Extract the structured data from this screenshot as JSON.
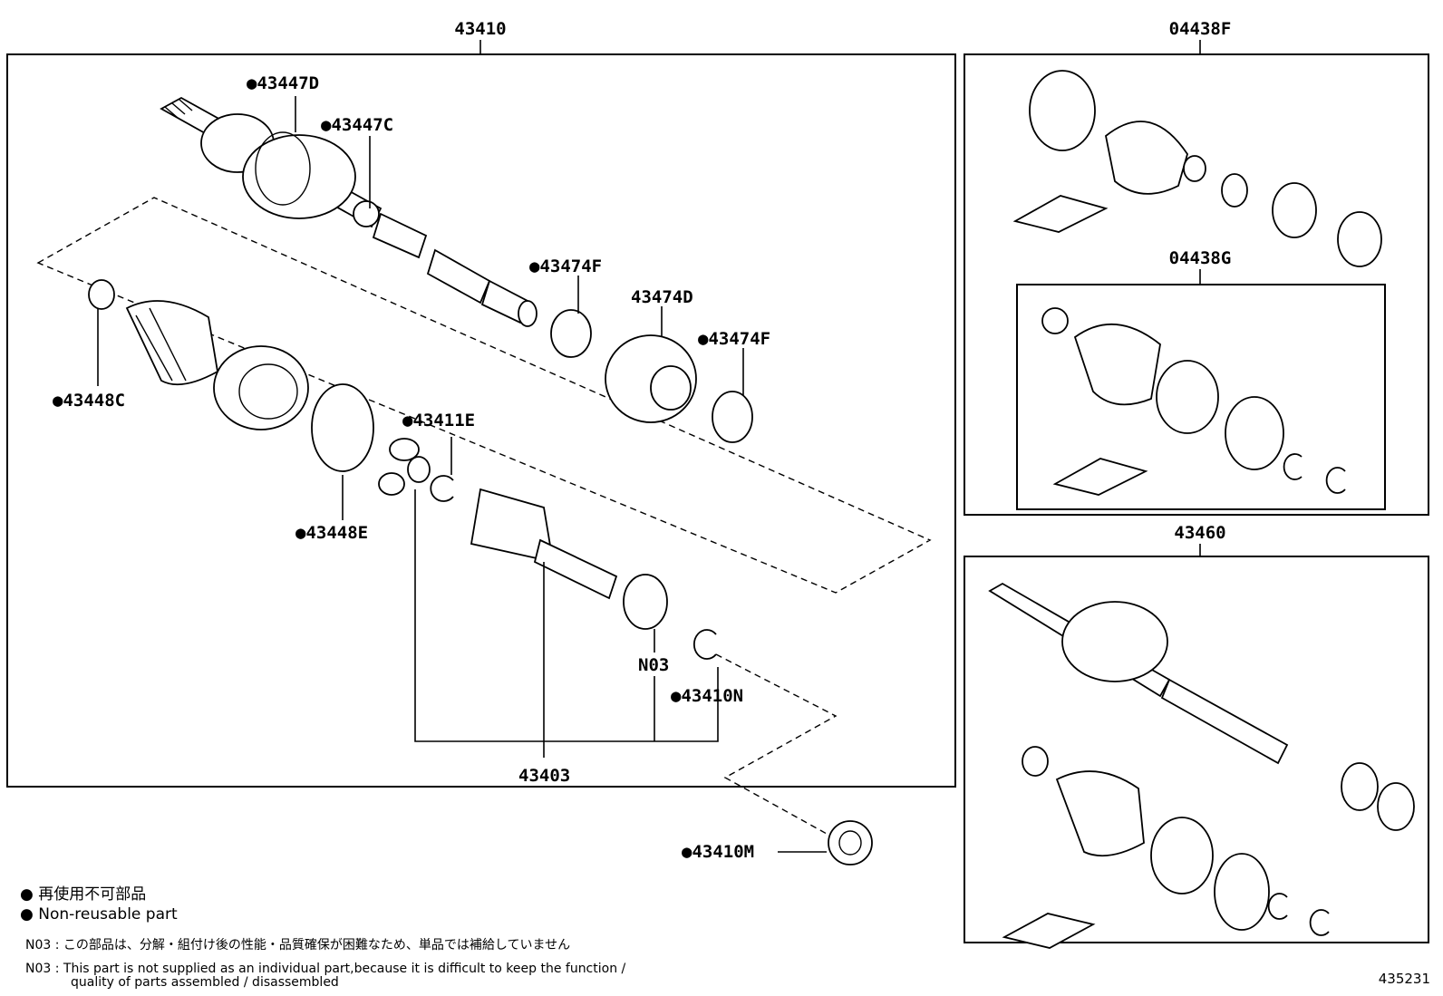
{
  "labels": {
    "main_assembly": "43410",
    "kit_f": "04438F",
    "kit_g": "04438G",
    "assembly_alt": "43460",
    "p43447D": "●43447D",
    "p43447C": "●43447C",
    "p43474F_a": "●43474F",
    "p43474D": "43474D",
    "p43474F_b": "●43474F",
    "p43448C": "●43448C",
    "p43411E": "●43411E",
    "p43448E": "●43448E",
    "pN03": "N03",
    "p43410N": "●43410N",
    "p43403": "43403",
    "p43410M": "●43410M"
  },
  "legend": {
    "jp": "再使用不可部品",
    "en": "Non-reusable part",
    "note_jp_code": "N03 :",
    "note_jp": "この部品は、分解・組付け後の性能・品質確保が困難なため、単品では補給していません",
    "note_en_code": "N03 :",
    "note_en_line1": "This part is not supplied as an individual part,because it is difficult to keep the function /",
    "note_en_line2": "quality of parts assembled / disassembled"
  },
  "figure_number": "435231"
}
